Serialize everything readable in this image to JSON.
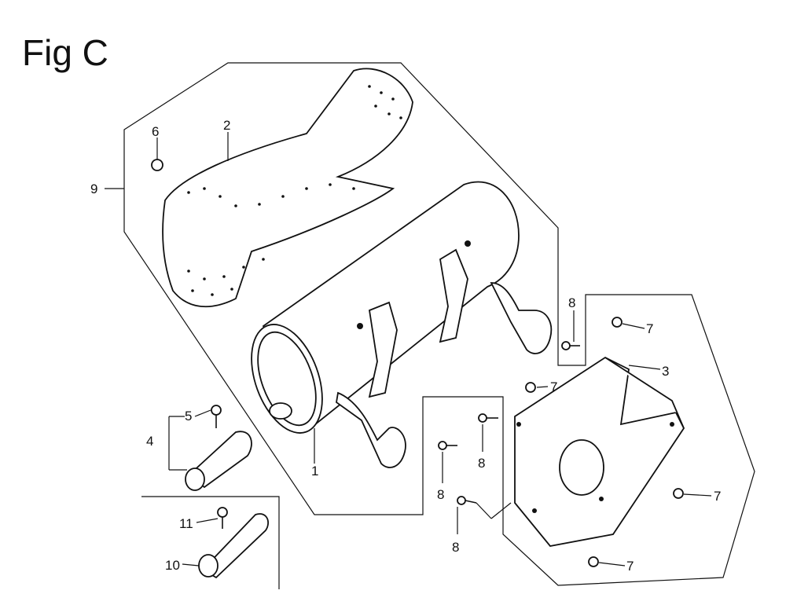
{
  "title": "Fig C",
  "callouts": {
    "c1": "1",
    "c2": "2",
    "c3": "3",
    "c4": "4",
    "c5": "5",
    "c6": "6",
    "c7a": "7",
    "c7b": "7",
    "c7c": "7",
    "c7d": "7",
    "c8a": "8",
    "c8b": "8",
    "c8c": "8",
    "c8d": "8",
    "c9": "9",
    "c10": "10",
    "c11": "11"
  }
}
